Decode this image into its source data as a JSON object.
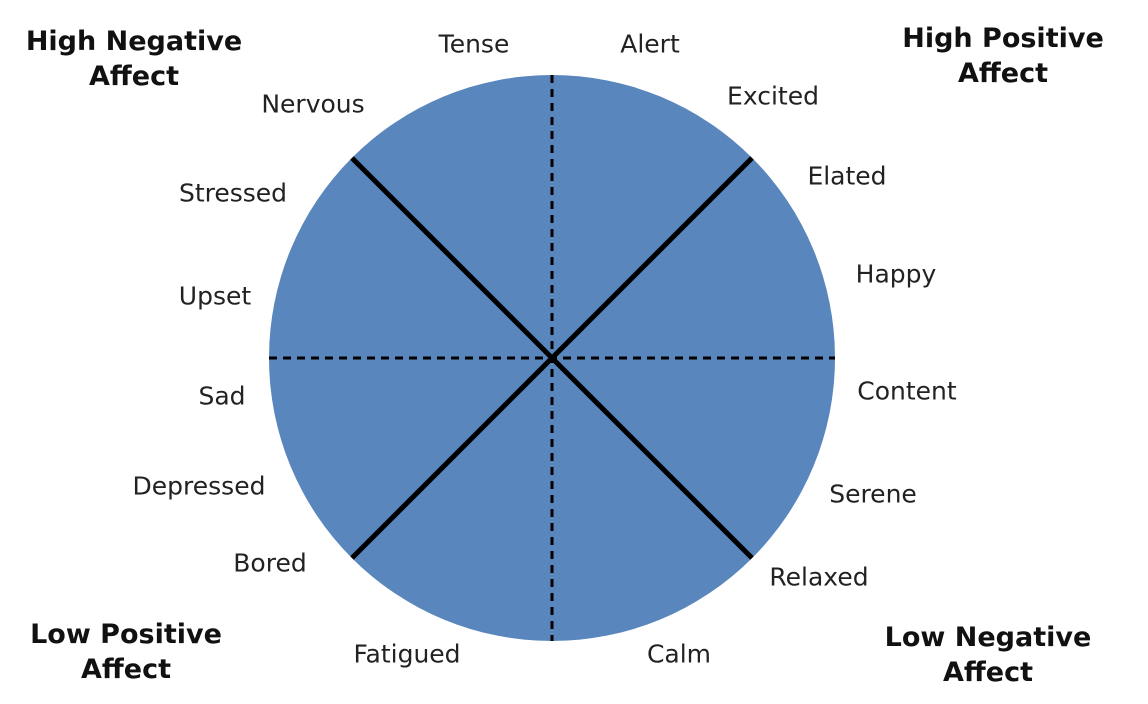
{
  "colors": {
    "disc_fill": "#5886bd",
    "line": "#000000"
  },
  "corners": {
    "high_negative": [
      "High Negative",
      "Affect"
    ],
    "high_positive": [
      "High Positive",
      "Affect"
    ],
    "low_positive": [
      "Low Positive",
      "Affect"
    ],
    "low_negative": [
      "Low Negative",
      "Affect"
    ]
  },
  "emotions": {
    "tense": "Tense",
    "alert": "Alert",
    "excited": "Excited",
    "elated": "Elated",
    "happy": "Happy",
    "content": "Content",
    "serene": "Serene",
    "relaxed": "Relaxed",
    "calm": "Calm",
    "fatigued": "Fatigued",
    "bored": "Bored",
    "depressed": "Depressed",
    "sad": "Sad",
    "upset": "Upset",
    "stressed": "Stressed",
    "nervous": "Nervous"
  }
}
